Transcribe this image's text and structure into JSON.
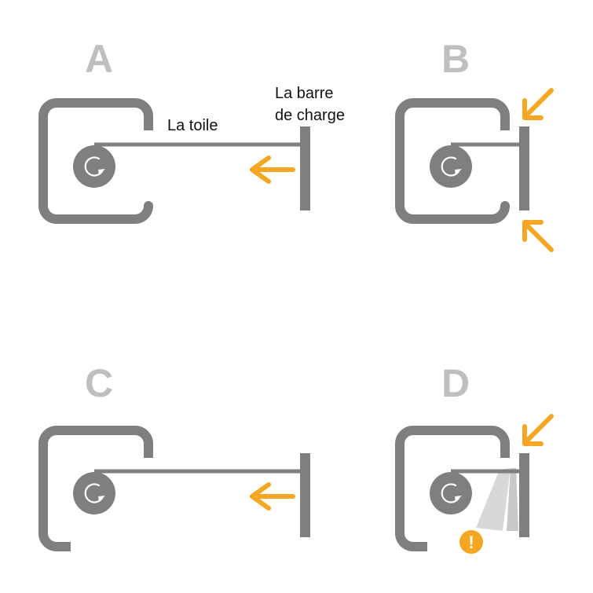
{
  "panels": [
    {
      "letter": "A"
    },
    {
      "letter": "B"
    },
    {
      "letter": "C"
    },
    {
      "letter": "D"
    }
  ],
  "labels": {
    "fabric": "La toile",
    "load_bar_line1": "La barre",
    "load_bar_line2": "de charge"
  },
  "warning_symbol": "!",
  "colors": {
    "structure": "#7f7f7f",
    "letters": "#bfbfbf",
    "arrow": "#f5a623",
    "rotation_arrow": "#ffffff",
    "fabric_slip": "#d8d8d8"
  },
  "icons": {
    "rotation": "clockwise-rotation-icon",
    "direction": "arrow-icon",
    "warning": "warning-icon"
  }
}
